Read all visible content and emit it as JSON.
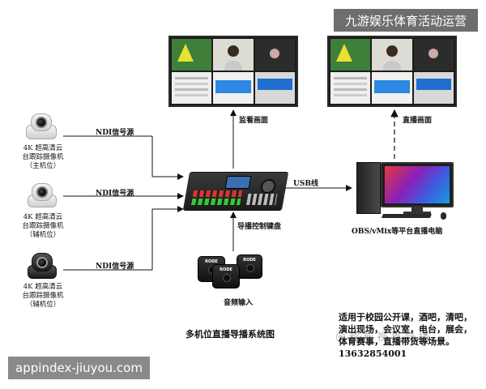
{
  "banner": "九游娱乐体育活动运营",
  "url_watermark": "appindex-jiuyou.com",
  "cameras": [
    {
      "label": "4K 超高清云\n台跟踪摄像机\n（主机位）",
      "color": "white"
    },
    {
      "label": "4K 超高清云\n台跟踪摄像机\n（辅机位）",
      "color": "white"
    },
    {
      "label": "4K 超高清云\n台跟踪摄像机\n（辅机位）",
      "color": "black"
    }
  ],
  "links": {
    "ndi": "NDI信号源",
    "usb": "USB线"
  },
  "nodes": {
    "monitor_view": "监看画面",
    "live_view": "直播画面",
    "console": "导播控制键盘",
    "audio": "音频输入",
    "pc": "OBS/vMix等平台直播电脑"
  },
  "mic_brand": "RODE",
  "diagram_title": "多机位直播导播系统图",
  "description": "适用于校园公开课，酒吧，清吧，演出现场，会议室，电台，展会，体育赛事，直播带货等场景。13632854001",
  "watermark_text": "@ 超 前 视 界 导 播"
}
